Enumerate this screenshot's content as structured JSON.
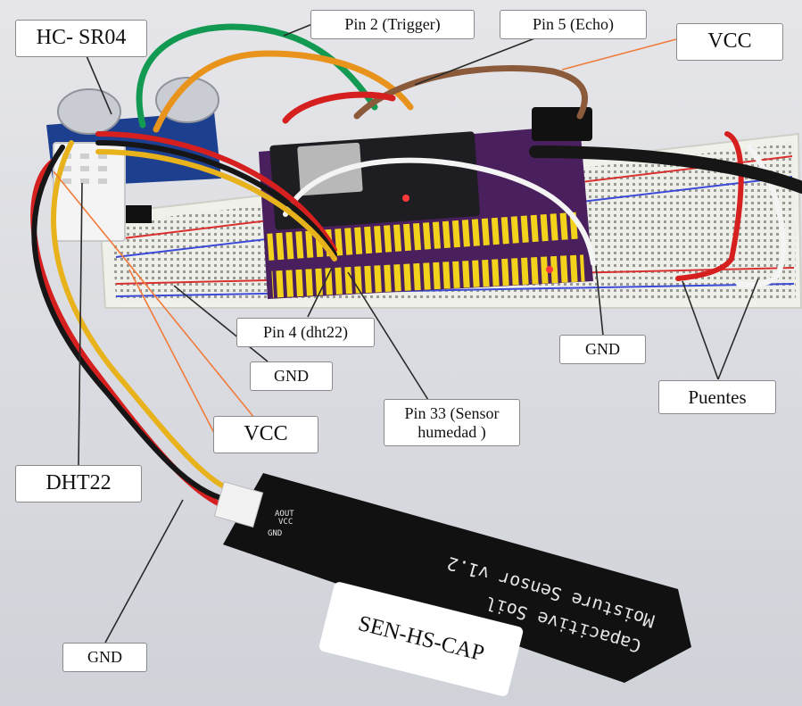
{
  "labels": {
    "hc_sr04": "HC- SR04",
    "pin2": "Pin 2 (Trigger)",
    "pin5": "Pin 5 (Echo)",
    "vcc_top": "VCC",
    "pin4": "Pin 4 (dht22)",
    "gnd_top": "GND",
    "gnd_mid": "GND",
    "pin33_line1": "Pin 33 (Sensor",
    "pin33_line2": "humedad )",
    "puentes": "Puentes",
    "vcc_mid": "VCC",
    "dht22": "DHT22",
    "gnd_bottom": "GND",
    "sen_hs_cap": "SEN-HS-CAP"
  },
  "sensor_board": {
    "line1": "Capacitive Soil",
    "line2": "Moisture Sensor v1.2",
    "pins": [
      "VCC",
      "AOUT",
      "GND"
    ]
  },
  "colors": {
    "background": "#d9dbe0",
    "breadboard": "#efefea",
    "module_board": "#4a1f5e",
    "header_yellow": "#f2d21b",
    "sensor_black": "#111111",
    "wire_red": "#d61f1f",
    "wire_orange": "#e8941c",
    "wire_green": "#139a52",
    "wire_brown": "#8a5a3a",
    "wire_white": "#f4f4f4",
    "wire_black": "#161616",
    "pointer_orange": "#f07b3a",
    "pointer_dark": "#2a2a2a"
  }
}
